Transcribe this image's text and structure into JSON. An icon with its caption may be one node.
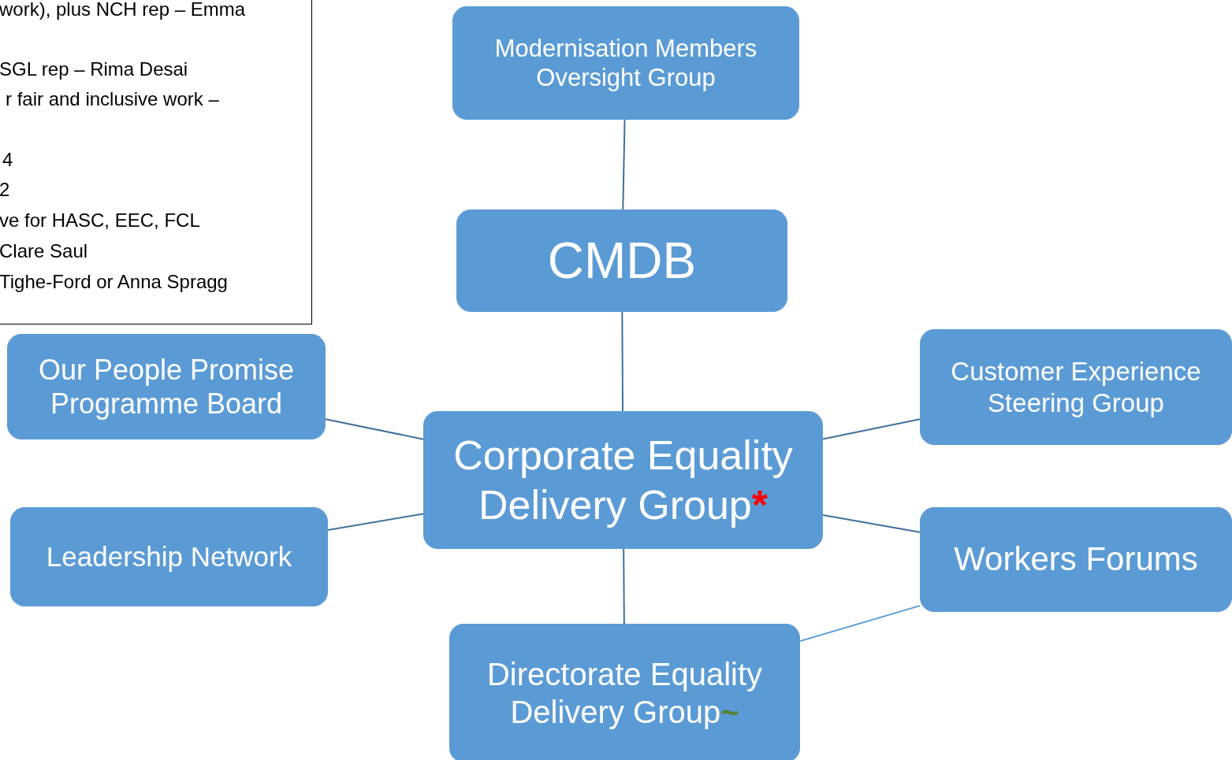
{
  "diagram": {
    "nodes": [
      {
        "text": [
          "work), plus NCH rep – Emma",
          "SGL rep – Rima Desai",
          "r fair and inclusive work –",
          "4",
          "2",
          "ve for HASC, EEC, FCL",
          "Clare Saul",
          "Tighe-Ford or Anna Spragg"
        ]
      },
      {
        "text": [
          "Modernisation Members Oversight Group"
        ]
      },
      {
        "text": [
          "CMDB"
        ]
      },
      {
        "text": [
          "Our People Promise Programme Board"
        ]
      },
      {
        "text": [
          "Corporate Equality Delivery Group",
          "*"
        ]
      },
      {
        "text": [
          "Customer Experience Steering Group"
        ]
      },
      {
        "text": [
          "Leadership Network"
        ]
      },
      {
        "text": [
          "Workers Forums"
        ]
      },
      {
        "text": [
          "Directorate Equality Delivery Group",
          "~"
        ]
      }
    ],
    "edges": [
      {
        "from": 1,
        "to": 2,
        "arrow": "none"
      },
      {
        "from": 2,
        "to": 4,
        "arrow": "none"
      },
      {
        "from": 3,
        "to": 4,
        "arrow": "none"
      },
      {
        "from": 6,
        "to": 4,
        "arrow": "none"
      },
      {
        "from": 5,
        "to": 4,
        "arrow": "none"
      },
      {
        "from": 7,
        "to": 4,
        "arrow": "none"
      },
      {
        "from": 4,
        "to": 8,
        "arrow": "none"
      },
      {
        "from": 7,
        "to": 8,
        "arrow": "none",
        "color": "#5b9bd5"
      }
    ]
  }
}
